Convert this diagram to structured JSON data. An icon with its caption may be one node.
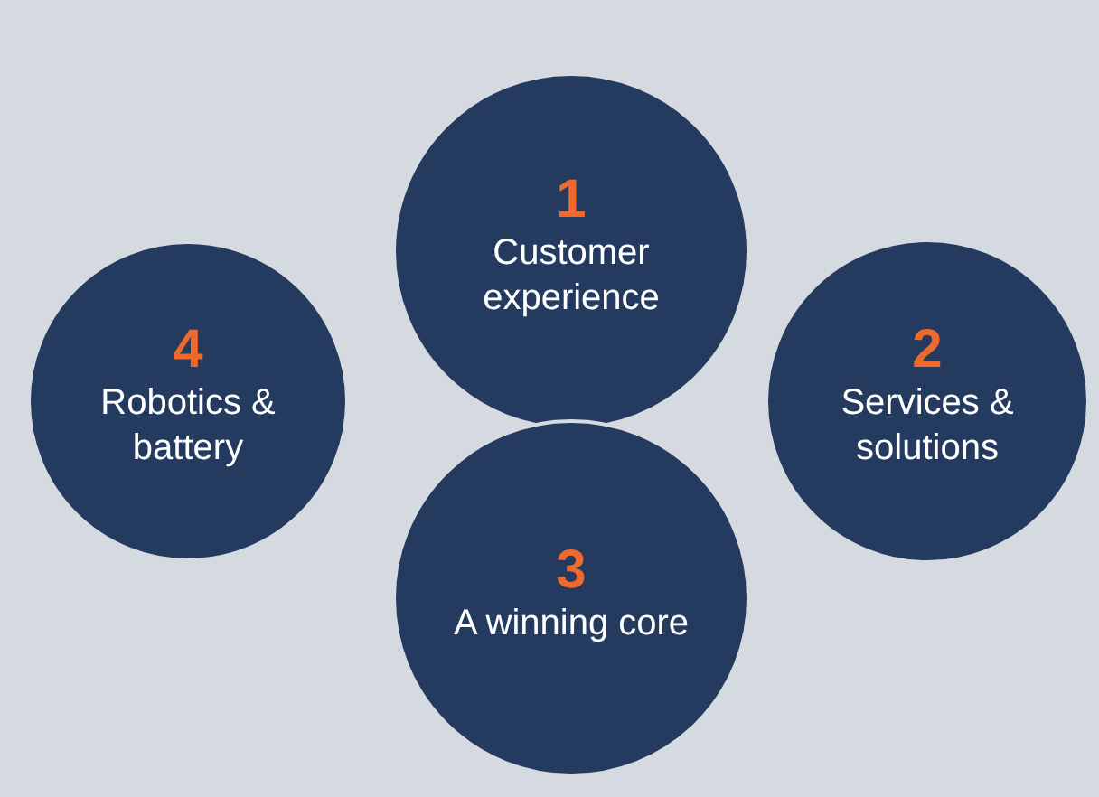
{
  "diagram": {
    "nodes": [
      {
        "text": [
          "1",
          "Customer experience"
        ]
      },
      {
        "text": [
          "4",
          "Robotics & battery"
        ]
      },
      {
        "text": [
          "2",
          "Services & solutions"
        ]
      },
      {
        "text": [
          "3",
          "A winning core"
        ]
      }
    ]
  }
}
